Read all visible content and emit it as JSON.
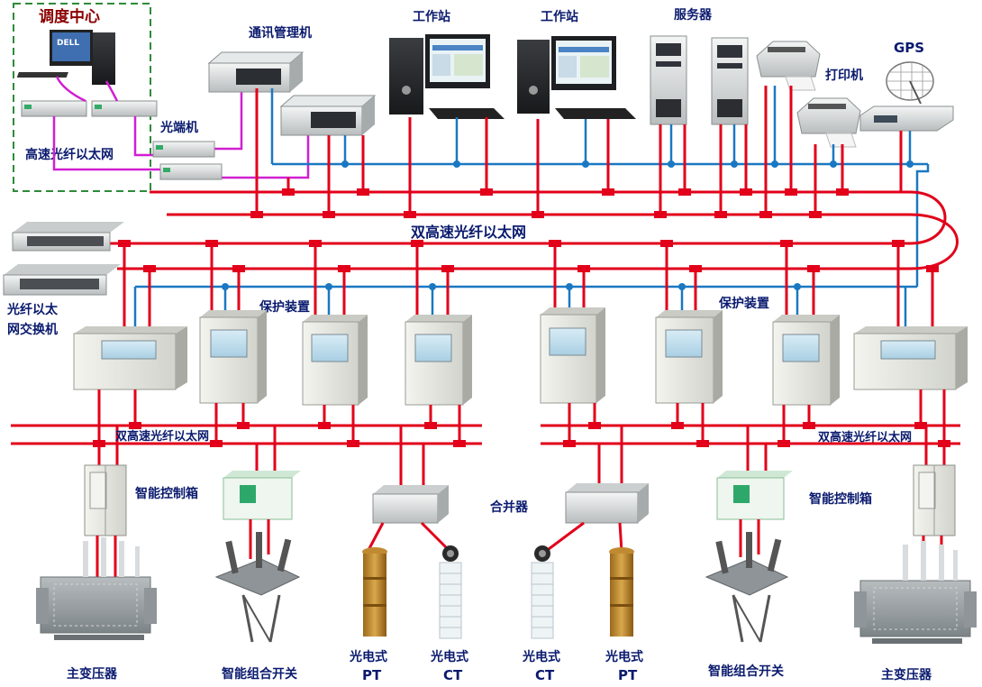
{
  "labels": {
    "dispatch_center": "调度中心",
    "comm_manager": "通讯管理机",
    "workstation_1": "工作站",
    "workstation_2": "工作站",
    "server": "服务器",
    "gps": "GPS",
    "printer": "打印机",
    "optical_terminal": "光端机",
    "hs_fiber_ethernet_top": "高速光纤以太网",
    "dual_hs_fiber_ethernet_main": "双高速光纤以太网",
    "fiber_switch_1": "光纤以太",
    "fiber_switch_2": "网交换机",
    "protection_device_1": "保护装置",
    "protection_device_2": "保护装置",
    "dual_hs_fiber_ethernet_left": "双高速光纤以太网",
    "dual_hs_fiber_ethernet_right": "双高速光纤以太网",
    "smart_control_box_left": "智能控制箱",
    "smart_control_box_right": "智能控制箱",
    "merging_unit": "合并器",
    "main_transformer_left": "主变压器",
    "main_transformer_right": "主变压器",
    "smart_gis_left": "智能组合开关",
    "smart_gis_right": "智能组合开关",
    "optical_pt_left_1": "光电式",
    "optical_pt_left_2": "PT",
    "optical_ct_left_1": "光电式",
    "optical_ct_left_2": "CT",
    "optical_ct_right_1": "光电式",
    "optical_ct_right_2": "CT",
    "optical_pt_right_1": "光电式",
    "optical_pt_right_2": "PT"
  },
  "colors": {
    "bus_red": "#e2001a",
    "bus_blue": "#1a78c2",
    "link_magenta": "#d11fd1",
    "dispatch_border": "#2e8b3a",
    "label_navy": "#0a1a6e",
    "label_darkred": "#8b0000"
  },
  "icons": {
    "pc": "desktop-computer-icon",
    "server": "tower-server-icon",
    "printer": "printer-icon",
    "gps": "satellite-dish-icon",
    "switch": "network-switch-icon",
    "relay": "protection-relay-icon",
    "transformer": "power-transformer-icon",
    "gis": "gas-insulated-switchgear-icon"
  }
}
